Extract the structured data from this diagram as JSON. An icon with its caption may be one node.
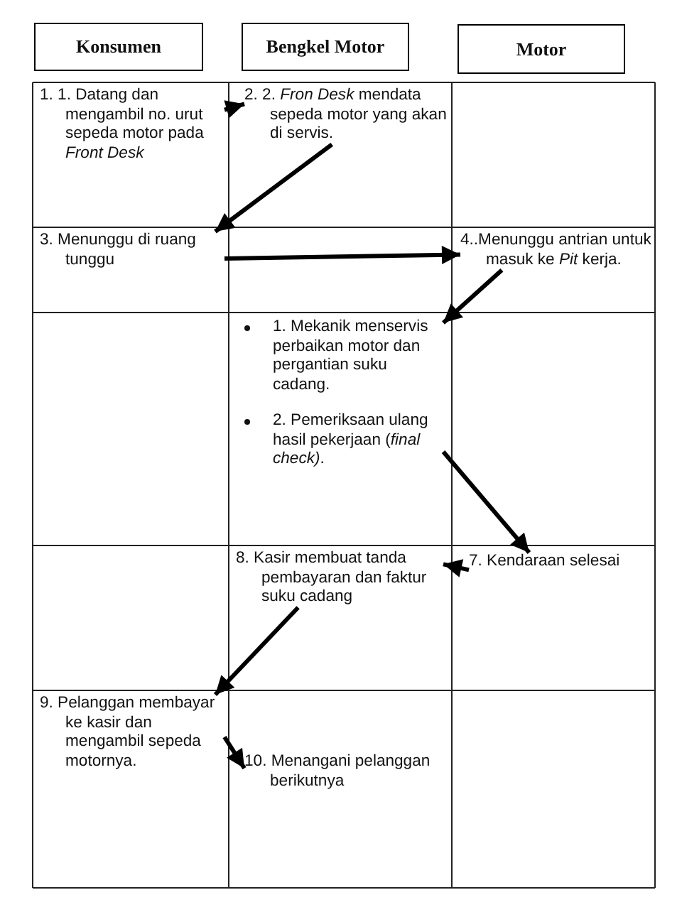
{
  "diagram": {
    "nodes": [
      {
        "text": [
          "Konsumen"
        ]
      },
      {
        "text": [
          "Bengkel Motor"
        ]
      },
      {
        "text": [
          "Motor"
        ]
      },
      {
        "text": [
          "1. 1. Datang dan mengambil no. urut sepeda motor pada *Front Desk*"
        ]
      },
      {
        "text": [
          "2. 2. *Fron Desk* mendata sepeda motor yang akan di servis."
        ]
      },
      {
        "text": [
          "3. Menunggu di ruang tunggu"
        ]
      },
      {
        "text": [
          "4..Menunggu antrian untuk masuk ke *Pit* kerja."
        ]
      },
      {
        "text": [
          "1. Mekanik menservis perbaikan motor dan pergantian suku cadang.",
          "2. Pemeriksaan ulang hasil pekerjaan (*final check)*."
        ]
      },
      {
        "text": [
          "8. Kasir membuat tanda pembayaran dan faktur suku cadang"
        ]
      },
      {
        "text": [
          "7. Kendaraan selesai"
        ]
      },
      {
        "text": [
          "9. Pelanggan membayar ke kasir dan mengambil sepeda motornya."
        ]
      },
      {
        "text": [
          "10. Menangani pelanggan berikutnya"
        ]
      }
    ],
    "edges": [
      {
        "from": 3,
        "to": 4,
        "arrow": "to"
      },
      {
        "from": 4,
        "to": 5,
        "arrow": "to"
      },
      {
        "from": 5,
        "to": 6,
        "arrow": "to"
      },
      {
        "from": 6,
        "to": 7,
        "arrow": "to"
      },
      {
        "from": 7,
        "to": 9,
        "arrow": "to"
      },
      {
        "from": 9,
        "to": 8,
        "arrow": "to"
      },
      {
        "from": 8,
        "to": 10,
        "arrow": "to"
      },
      {
        "from": 10,
        "to": 11,
        "arrow": "to"
      }
    ]
  }
}
